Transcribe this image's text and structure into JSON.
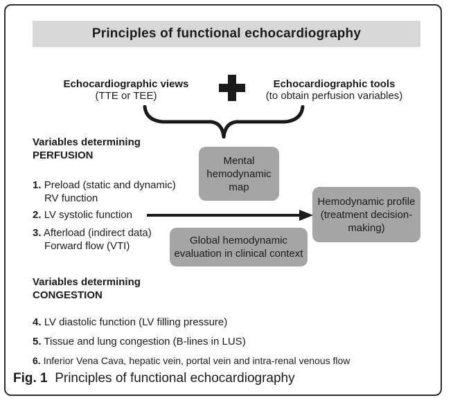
{
  "title": "Principles of functional echocardiography",
  "views": {
    "title": "Echocardiographic views",
    "subtitle": "(TTE or TEE)"
  },
  "tools": {
    "title": "Echocardiographic tools",
    "subtitle": "(to obtain perfusion variables)"
  },
  "perfusion": {
    "heading_line1": "Variables determining",
    "heading_line2": "PERFUSION",
    "items": [
      {
        "num": "1.",
        "line1": "Preload (static and dynamic)",
        "line2": "RV function"
      },
      {
        "num": "2.",
        "line1": "LV systolic function"
      },
      {
        "num": "3.",
        "line1": "Afterload (indirect data)",
        "line2": "Forward flow (VTI)"
      }
    ]
  },
  "congestion": {
    "heading_line1": "Variables determining",
    "heading_line2": "CONGESTION",
    "items": [
      {
        "num": "4.",
        "text": "LV diastolic function (LV filling pressure)"
      },
      {
        "num": "5.",
        "text": "Tissue and lung congestion (B-lines in LUS)"
      },
      {
        "num": "6.",
        "text": "Inferior Vena Cava, hepatic vein, portal vein and intra-renal venous flow"
      }
    ]
  },
  "boxes": {
    "mental_map": [
      "Mental",
      "hemodynamic",
      "map"
    ],
    "profile": [
      "Hemodynamic profile",
      "(treatment decision-",
      "making)"
    ],
    "global": [
      "Global hemodynamic",
      "evaluation in clinical context"
    ]
  },
  "caption": {
    "label": "Fig. 1",
    "text": "Principles of functional echocardiography"
  },
  "colors": {
    "title_bar": "#d8d8d8",
    "box_fill": "#a5a5a5",
    "ink": "#1a1a1a",
    "frame": "#2b2b2b"
  }
}
